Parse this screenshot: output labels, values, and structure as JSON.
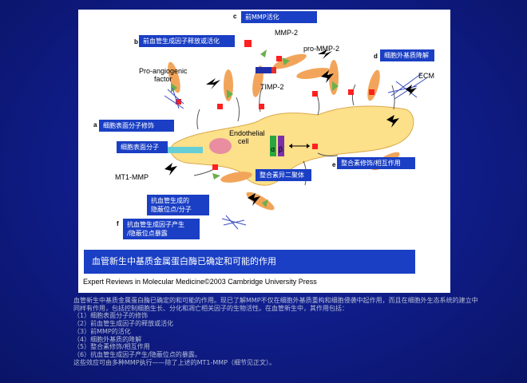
{
  "figure": {
    "labels": {
      "a": {
        "letter": "a",
        "text": "细胞表面分子修饰"
      },
      "a2": {
        "text": "细胞表面分子"
      },
      "b": {
        "letter": "b",
        "text": "前血管生成因子释放或活化"
      },
      "c": {
        "letter": "c",
        "text": "前MMP活化"
      },
      "d": {
        "letter": "d",
        "text": "细胞外基质降解"
      },
      "e": {
        "letter": "e",
        "text": "整合素修饰/相互作用"
      },
      "f": {
        "letter": "f",
        "text": "抗血管生成因子产生\n/隐蔽位点暴露"
      },
      "g": {
        "text": "抗血管生成的\n隐蔽位点/分子"
      },
      "integrin": {
        "text": "整合素异二聚体"
      }
    },
    "diagram_text": {
      "mmp2": "MMP-2",
      "pro_mmp2": "pro-MMP-2",
      "timp2": "TIMP-2",
      "ecm": "ECM",
      "pro_angiogenic": "Pro-angiogenic",
      "factor": "factor",
      "endothelial": "Endothelial",
      "cell": "cell",
      "mt1mmp": "MT1-MMP",
      "alpha": "α",
      "beta": "β"
    },
    "caption": "血管新生中基质金属蛋白酶已确定和可能的作用",
    "citation": "Expert Reviews in Molecular Medicine©2003 Cambridge University Press"
  },
  "notes": {
    "intro": "血管新生中基质金属蛋白酶已确定的和可能的作用。现已了解MMP不仅在细胞外基质重构和细胞侵袭中起作用，而且在细胞外生态系统的建立中同样有作用，包括控制细胞生长、分化和凋亡相关因子的生物活性。在血管新生中，其作用包括：",
    "items": [
      "（1）细胞表面分子的修饰",
      "（2）前血管生成因子的释放或活化",
      "（3）前MMP的活化",
      "（4）细胞外基质的降解",
      "（5）整合素修饰/相互作用",
      "（6）抗血管生成因子产生/隐蔽位点的暴露。"
    ],
    "outro": "这些效应可由多种MMP执行——除了上述的MT1-MMP（细节见正文）。"
  },
  "colors": {
    "background": "#0f1c86",
    "label_blue": "#1a3fc4",
    "cell_fill": "#fde08a",
    "notes_text": "#b6bed8"
  }
}
